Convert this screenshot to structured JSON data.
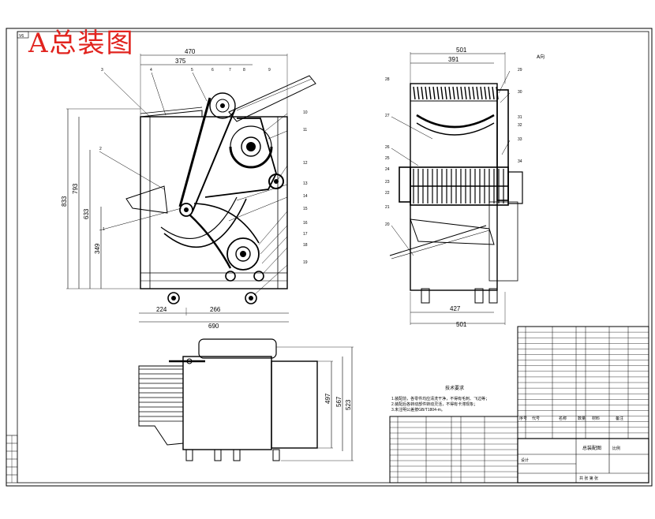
{
  "title": "A总装图",
  "corner_label": "V6",
  "front_view": {
    "top_dims": [
      "470",
      "375"
    ],
    "bottom_dims": [
      "224",
      "266",
      "690"
    ],
    "left_dims": [
      "833",
      "793",
      "633",
      "349"
    ],
    "part_numbers": [
      "1",
      "2",
      "3",
      "4",
      "5",
      "6",
      "7",
      "8",
      "9",
      "10",
      "11",
      "12",
      "13",
      "14",
      "15",
      "16",
      "17",
      "18",
      "19"
    ]
  },
  "side_view": {
    "label": "A向",
    "top_dims": [
      "501",
      "391"
    ],
    "bottom_dims": [
      "427",
      "501"
    ],
    "part_numbers": [
      "20",
      "21",
      "22",
      "23",
      "24",
      "25",
      "26",
      "27",
      "28",
      "29",
      "30",
      "31",
      "32",
      "33",
      "34"
    ]
  },
  "top_view": {
    "right_dims": [
      "497",
      "567",
      "523"
    ]
  },
  "notes": {
    "heading": "技术要求",
    "lines": [
      "1.装配前，各零件均应清洗干净，不得有毛刺、飞边等；",
      "2.装配后各转动部件转动灵活，不得有卡滞现象；",
      "3.未注明公差按GB/T1804-m。"
    ]
  },
  "title_block": {
    "headers": [
      "序号",
      "代号",
      "名称",
      "数量",
      "材料",
      "备注"
    ],
    "drawing_name": "总装配图",
    "designer_label": "设计",
    "scale_label": "比例",
    "sheet_label": "共 张 第 张"
  }
}
